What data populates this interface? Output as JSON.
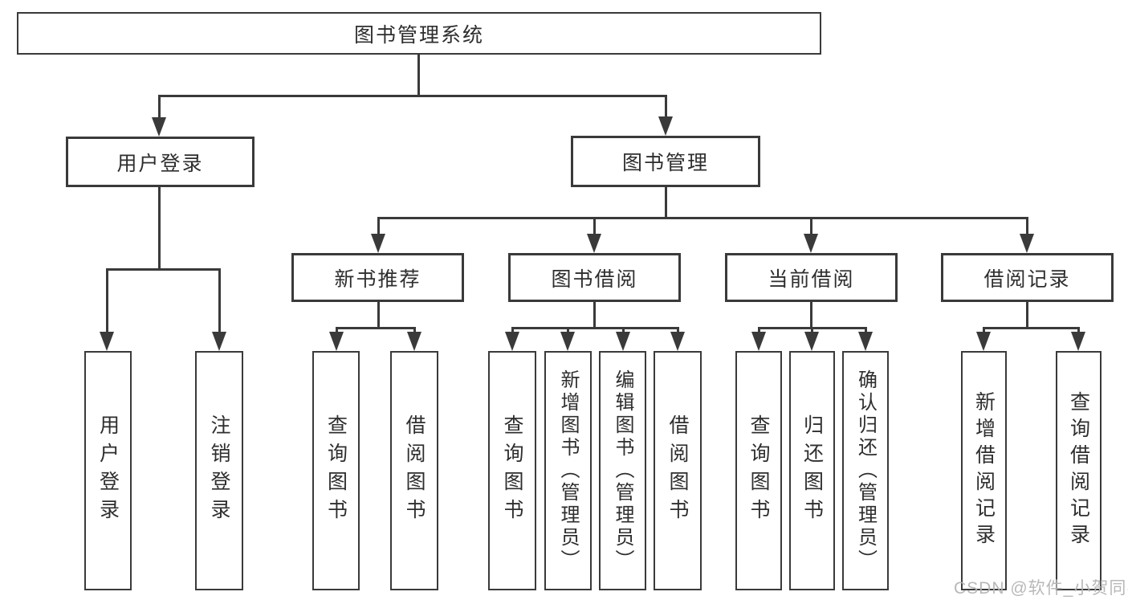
{
  "diagram": {
    "root": "图书管理系统",
    "level2": {
      "user_login": "用户登录",
      "book_mgmt": "图书管理"
    },
    "level3": {
      "new_books": "新书推荐",
      "borrow": "图书借阅",
      "current": "当前借阅",
      "records": "借阅记录"
    },
    "leaves": {
      "user_login": "用户登录",
      "logout": "注销登录",
      "nb_query": "查询图书",
      "nb_borrow": "借阅图书",
      "bb_query": "查询图书",
      "bb_add": "新增图书（管理员）",
      "bb_edit": "编辑图书（管理员）",
      "bb_borrow": "借阅图书",
      "cb_query": "查询图书",
      "cb_return": "归还图书",
      "cb_confirm": "确认归还（管理员）",
      "br_add": "新增借阅记录",
      "br_query": "查询借阅记录"
    }
  },
  "watermark": "CSDN @软件_小贺同学",
  "colors": {
    "line": "#3a3a3a",
    "text": "#2e2e2e",
    "watermark": "#b5b5b5",
    "background": "#ffffff"
  }
}
